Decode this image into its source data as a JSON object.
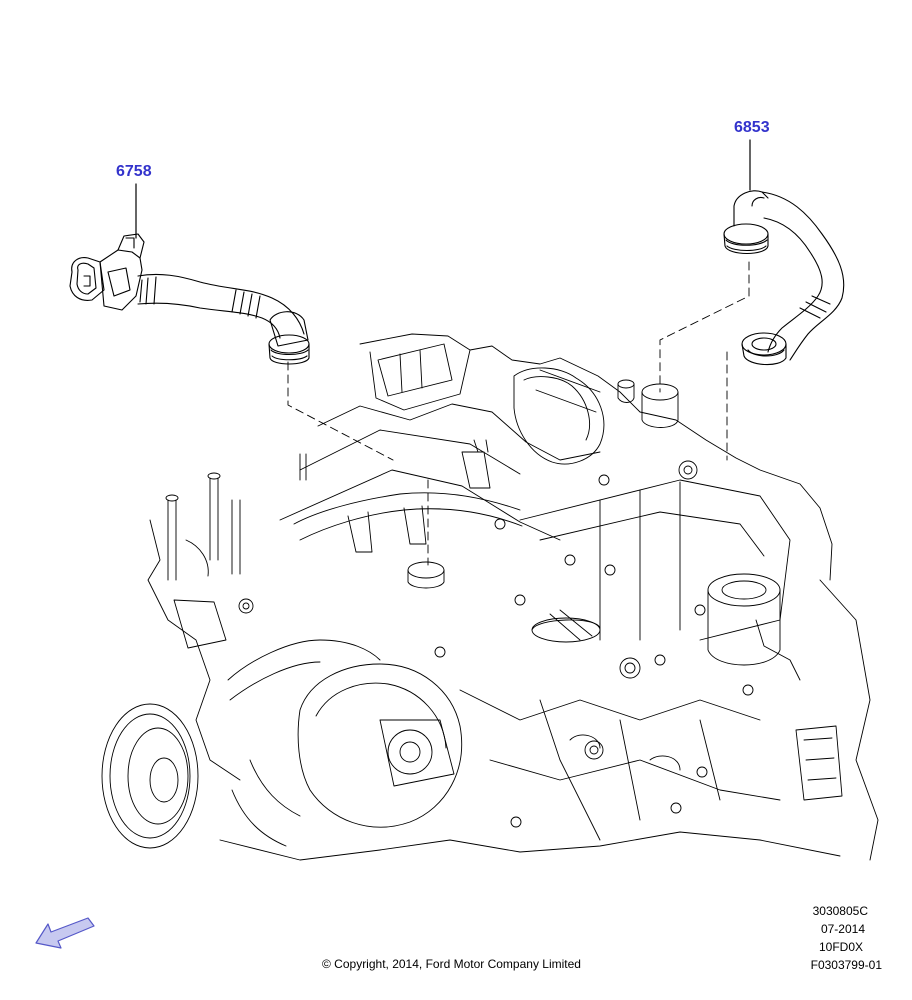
{
  "parts": [
    {
      "number": "6758"
    },
    {
      "number": "6853"
    }
  ],
  "footer": {
    "copyright": "© Copyright, 2014, Ford Motor Company Limited",
    "illustration_code": "3030805C",
    "date": "07-2014",
    "model_code": "10FD0X",
    "figure_id": "F0303799-01"
  },
  "colors": {
    "part_label": "#3333cc",
    "line_art": "#000000",
    "nav_arrow_fill": "#c7c9f0",
    "nav_arrow_stroke": "#5558c8"
  },
  "icons": {
    "nav": "arrow-back-icon"
  }
}
